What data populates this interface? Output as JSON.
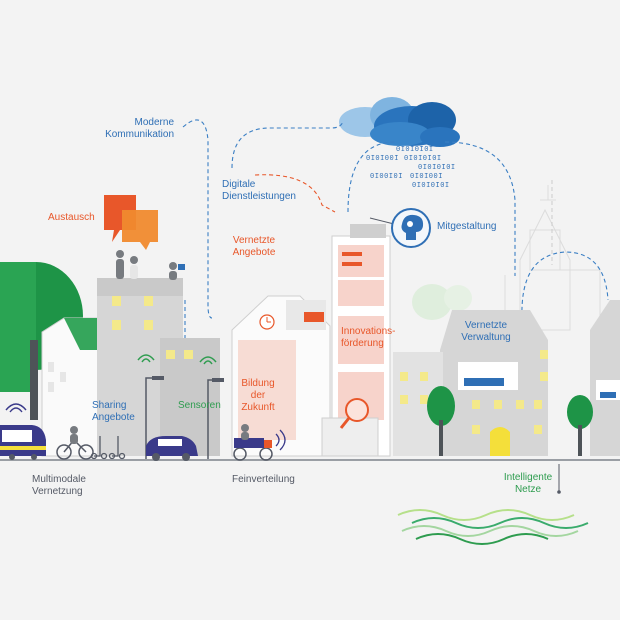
{
  "labels": {
    "moderne_kommunikation": [
      "Moderne",
      "Kommunikation"
    ],
    "digitale_dienstleistungen": [
      "Digitale",
      "Dienstleistungen"
    ],
    "austausch": "Austausch",
    "vernetzte_angebote": [
      "Vernetzte",
      "Angebote"
    ],
    "mitgestaltung": "Mitgestaltung",
    "innovationsfoerderung": [
      "Innovations-",
      "förderung"
    ],
    "vernetzte_verwaltung": [
      "Vernetzte",
      "Verwaltung"
    ],
    "sharing_angebote": [
      "Sharing",
      "Angebote"
    ],
    "sensoren": "Sensoren",
    "bildung_der_zukunft": [
      "Bildung",
      "der",
      "Zukunft"
    ],
    "multimodale_vernetzung": [
      "Multimodale",
      "Vernetzung"
    ],
    "feinverteilung": "Feinverteilung",
    "intelligente_netze": [
      "Intelligente",
      "Netze"
    ]
  },
  "colors": {
    "blue": "#2f6fb5",
    "orange": "#e8572a",
    "green": "#2e9c4f",
    "gray_text": "#555a66",
    "building": "#d8d8d8",
    "building_dark": "#c9c9c9",
    "window_yellow": "#f4e98a",
    "window_pink": "#f6c9c2",
    "tree_green": "#1f9a47"
  },
  "data_stream": [
    "0I0I0I0I",
    "0I0I00I",
    "0I0I0I0I",
    "0I0I0I0I",
    "0I00I0I",
    "0I0I00I",
    "0I0I0I0I"
  ]
}
